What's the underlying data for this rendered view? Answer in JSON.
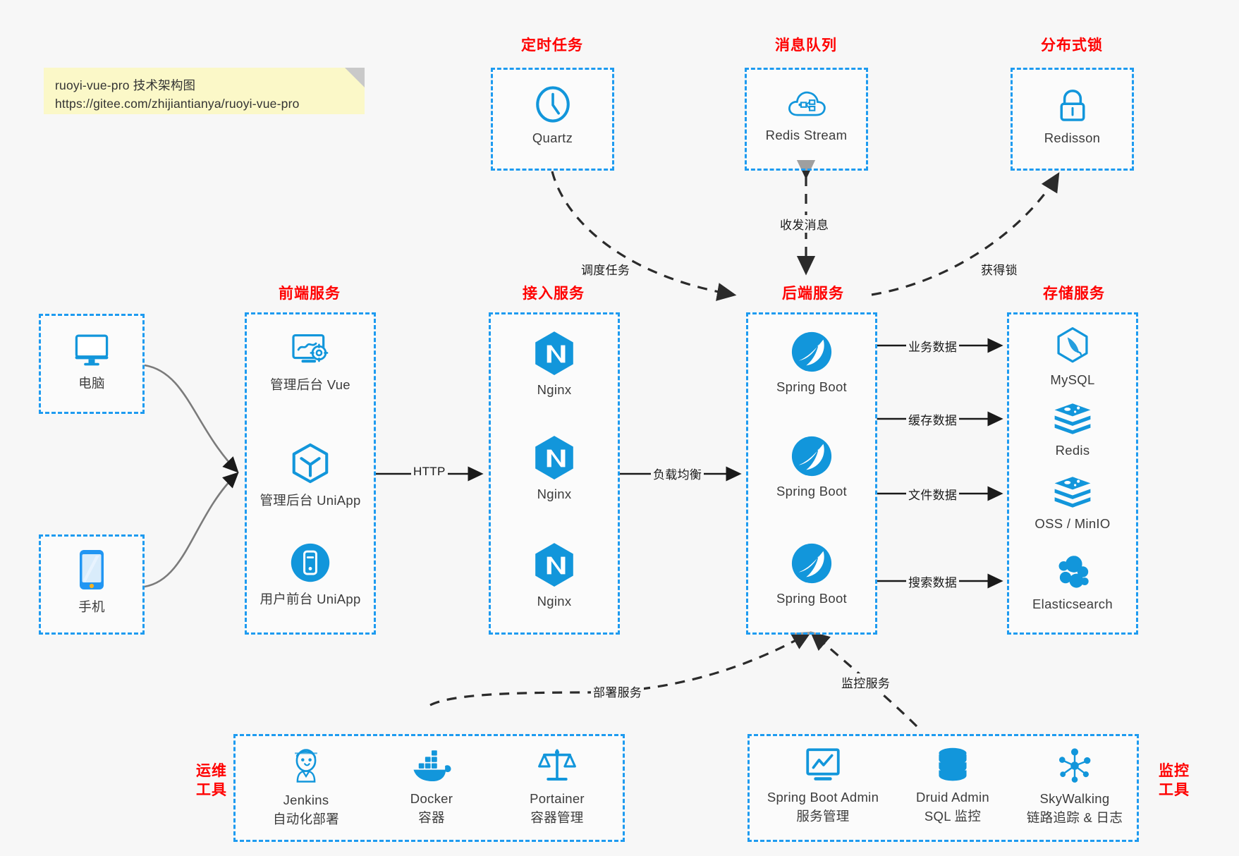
{
  "note": {
    "line1": "ruoyi-vue-pro 技术架构图",
    "line2": "https://gitee.com/zhijiantianya/ruoyi-vue-pro"
  },
  "colors": {
    "accent_blue": "#1e9bf0",
    "icon_blue": "#1296db",
    "title_red": "#ff0000",
    "note_yellow": "#fbf8c8",
    "background": "#f7f7f7",
    "arrow_black": "#1a1a1a"
  },
  "groups": {
    "scheduled_tasks": {
      "title": "定时任务",
      "items": [
        {
          "label": "Quartz",
          "icon": "clock-icon"
        }
      ]
    },
    "message_queue": {
      "title": "消息队列",
      "items": [
        {
          "label": "Redis Stream",
          "icon": "cloud-stream-icon"
        }
      ]
    },
    "distributed_lock": {
      "title": "分布式锁",
      "items": [
        {
          "label": "Redisson",
          "icon": "lock-icon"
        }
      ]
    },
    "clients": {
      "items": [
        {
          "label": "电脑",
          "icon": "desktop-icon"
        },
        {
          "label": "手机",
          "icon": "mobile-icon"
        }
      ]
    },
    "frontend": {
      "title": "前端服务",
      "items": [
        {
          "label": "管理后台 Vue",
          "icon": "dashboard-gear-icon"
        },
        {
          "label": "管理后台 UniApp",
          "icon": "cube-icon"
        },
        {
          "label": "用户前台 UniApp",
          "icon": "app-circle-icon"
        }
      ]
    },
    "access": {
      "title": "接入服务",
      "items": [
        {
          "label": "Nginx",
          "icon": "nginx-icon"
        },
        {
          "label": "Nginx",
          "icon": "nginx-icon"
        },
        {
          "label": "Nginx",
          "icon": "nginx-icon"
        }
      ]
    },
    "backend": {
      "title": "后端服务",
      "items": [
        {
          "label": "Spring Boot",
          "icon": "spring-boot-icon"
        },
        {
          "label": "Spring Boot",
          "icon": "spring-boot-icon"
        },
        {
          "label": "Spring Boot",
          "icon": "spring-boot-icon"
        }
      ]
    },
    "storage": {
      "title": "存储服务",
      "items": [
        {
          "label": "MySQL",
          "icon": "mysql-icon"
        },
        {
          "label": "Redis",
          "icon": "redis-icon"
        },
        {
          "label": "OSS / MinIO",
          "icon": "oss-minio-icon"
        },
        {
          "label": "Elasticsearch",
          "icon": "elasticsearch-icon"
        }
      ]
    },
    "devops": {
      "title_line1": "运维",
      "title_line2": "工具",
      "items": [
        {
          "label": "Jenkins",
          "sublabel": "自动化部署",
          "icon": "jenkins-icon"
        },
        {
          "label": "Docker",
          "sublabel": "容器",
          "icon": "docker-icon"
        },
        {
          "label": "Portainer",
          "sublabel": "容器管理",
          "icon": "portainer-scale-icon"
        }
      ]
    },
    "monitoring": {
      "title_line1": "监控",
      "title_line2": "工具",
      "items": [
        {
          "label": "Spring Boot Admin",
          "sublabel": "服务管理",
          "icon": "monitor-chart-icon"
        },
        {
          "label": "Druid Admin",
          "sublabel": "SQL 监控",
          "icon": "database-icon"
        },
        {
          "label": "SkyWalking",
          "sublabel": "链路追踪 & 日志",
          "icon": "skywalking-icon"
        }
      ]
    }
  },
  "edges": {
    "http": "HTTP",
    "load_balance": "负载均衡",
    "schedule_task": "调度任务",
    "send_receive_message": "收发消息",
    "acquire_lock": "获得锁",
    "business_data": "业务数据",
    "cache_data": "缓存数据",
    "file_data": "文件数据",
    "search_data": "搜索数据",
    "deploy_service": "部署服务",
    "monitor_service": "监控服务"
  }
}
